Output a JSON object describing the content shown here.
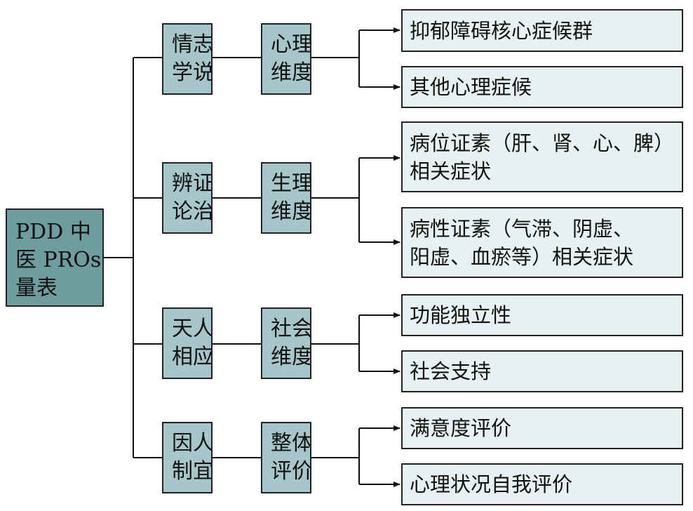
{
  "root": {
    "lines": [
      "PDD 中",
      "医 PROs",
      "量表"
    ]
  },
  "branches": [
    {
      "category": [
        "情志",
        "学说"
      ],
      "dimension": [
        "心理",
        "维度"
      ],
      "leaves": [
        {
          "lines": [
            "抑郁障碍核心症候群"
          ]
        },
        {
          "lines": [
            "其他心理症候"
          ]
        }
      ]
    },
    {
      "category": [
        "辨证",
        "论治"
      ],
      "dimension": [
        "生理",
        "维度"
      ],
      "leaves": [
        {
          "lines": [
            "病位证素（肝、肾、心、脾）",
            "相关症状"
          ]
        },
        {
          "lines": [
            "病性证素（气滞、阴虚、",
            "阳虚、血瘀等）相关症状"
          ]
        }
      ]
    },
    {
      "category": [
        "天人",
        "相应"
      ],
      "dimension": [
        "社会",
        "维度"
      ],
      "leaves": [
        {
          "lines": [
            "功能独立性"
          ]
        },
        {
          "lines": [
            "社会支持"
          ]
        }
      ]
    },
    {
      "category": [
        "因人",
        "制宜"
      ],
      "dimension": [
        "整体",
        "评价"
      ],
      "leaves": [
        {
          "lines": [
            "满意度评价"
          ]
        },
        {
          "lines": [
            "心理状况自我评价"
          ]
        }
      ]
    }
  ]
}
